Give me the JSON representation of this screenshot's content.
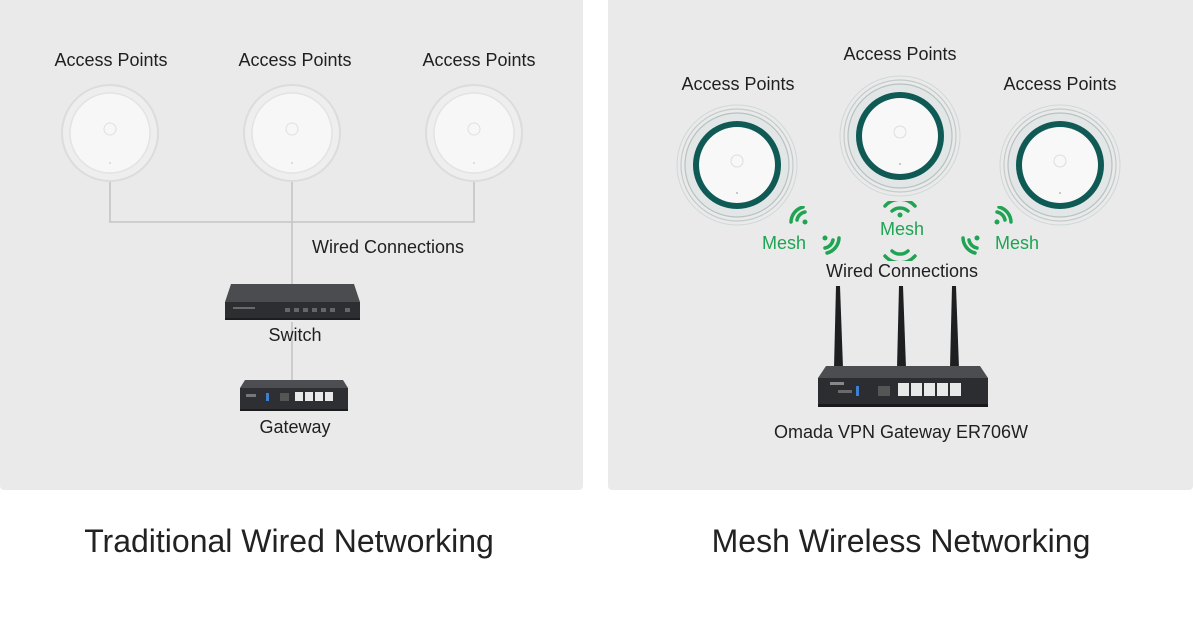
{
  "traditional": {
    "ap_labels": [
      "Access Points",
      "Access Points",
      "Access Points"
    ],
    "wired_label": "Wired Connections",
    "switch_label": "Switch",
    "gateway_label": "Gateway",
    "caption": "Traditional Wired Networking"
  },
  "mesh": {
    "ap_labels": [
      "Access Points",
      "Access Points",
      "Access Points"
    ],
    "mesh_labels": [
      "Mesh",
      "Mesh",
      "Mesh"
    ],
    "wired_label": "Wired Connections",
    "gateway_label": "Omada VPN Gateway ER706W",
    "caption": "Mesh Wireless Networking"
  },
  "colors": {
    "panel": "#eaeaea",
    "mesh_green": "#1ea453",
    "ap_ring": "#0f5a55",
    "device": "#3a3c40"
  },
  "icons": {
    "access_point": "ceiling-access-point-icon",
    "switch": "network-switch-icon",
    "gateway": "router-gateway-icon",
    "mesh_signal": "wifi-signal-icon"
  }
}
